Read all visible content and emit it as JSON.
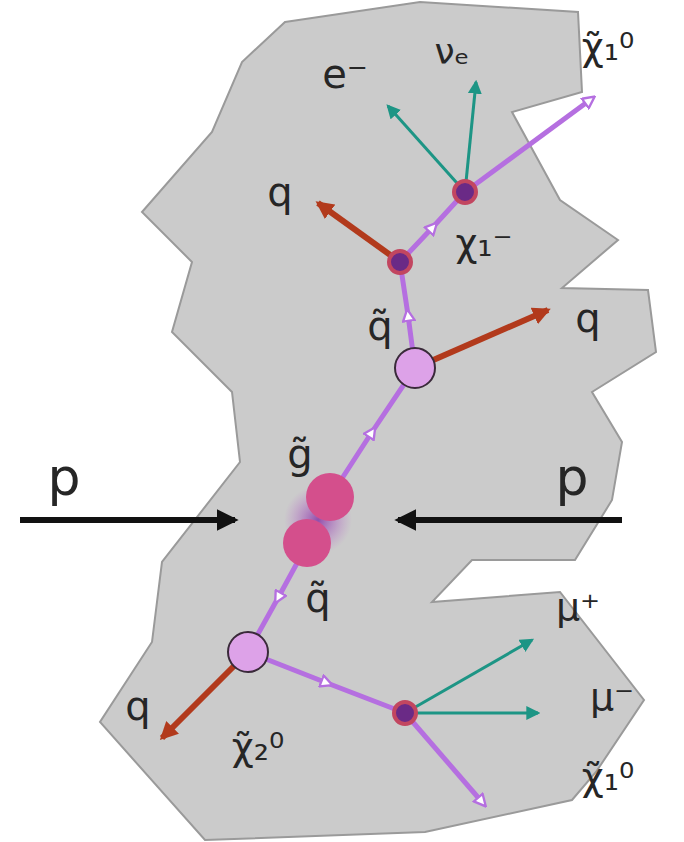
{
  "diagram": {
    "labels": [
      "e⁻",
      "νₑ",
      "χ̃₁⁰",
      "q",
      "χ₁⁻",
      "q̃",
      "q",
      "g̃",
      "p",
      "p",
      "q̃",
      "μ⁺",
      "q",
      "μ⁻",
      "χ̃₂⁰",
      "χ̃₁⁰"
    ]
  }
}
